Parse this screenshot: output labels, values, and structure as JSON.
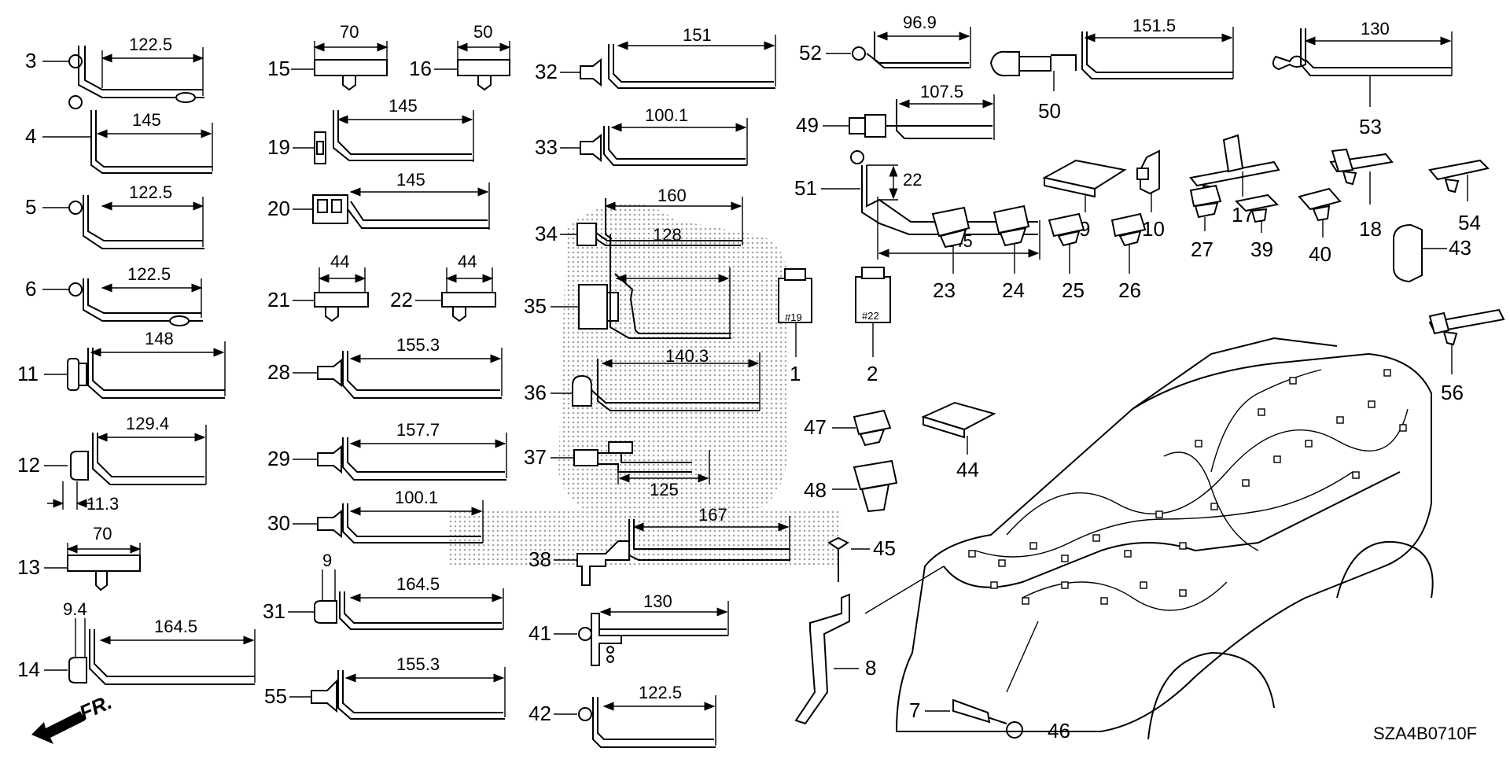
{
  "diagram": {
    "code": "SZA4B0710F",
    "front_arrow_label": "FR.",
    "callouts": {
      "c3": "3",
      "c4": "4",
      "c5": "5",
      "c6": "6",
      "c11": "11",
      "c12": "12",
      "c13": "13",
      "c14": "14",
      "c15": "15",
      "c16": "16",
      "c19": "19",
      "c20": "20",
      "c21": "21",
      "c22": "22",
      "c28": "28",
      "c29": "29",
      "c30": "30",
      "c31": "31",
      "c55": "55",
      "c32": "32",
      "c33": "33",
      "c34": "34",
      "c35": "35",
      "c36": "36",
      "c37": "37",
      "c38": "38",
      "c41": "41",
      "c42": "42",
      "c1": "1",
      "c2": "2",
      "c52": "52",
      "c49": "49",
      "c51": "51",
      "c50": "50",
      "c53": "53",
      "c9": "9",
      "c10": "10",
      "c17": "17",
      "c18": "18",
      "c54": "54",
      "c23": "23",
      "c24": "24",
      "c25": "25",
      "c26": "26",
      "c27": "27",
      "c39": "39",
      "c40": "40",
      "c43": "43",
      "c56": "56",
      "c47": "47",
      "c48": "48",
      "c44": "44",
      "c45": "45",
      "c8": "8",
      "c7": "7",
      "c46": "46"
    },
    "dims": {
      "d3": "122.5",
      "d4": "145",
      "d5": "122.5",
      "d6": "122.5",
      "d11": "148",
      "d12": "129.4",
      "d12b": "11.3",
      "d13": "70",
      "d14": "164.5",
      "d14b": "9.4",
      "d15": "70",
      "d16": "50",
      "d19": "145",
      "d20": "145",
      "d21": "44",
      "d22": "44",
      "d28": "155.3",
      "d29": "157.7",
      "d30": "100.1",
      "d31": "164.5",
      "d31b": "9",
      "d55": "155.3",
      "d32": "151",
      "d33": "100.1",
      "d34": "160",
      "d35": "128",
      "d36": "140.3",
      "d37": "125",
      "d38": "167",
      "d41": "130",
      "d42": "122.5",
      "d52": "96.9",
      "d49": "107.5",
      "d51a": "22",
      "d51b": "145",
      "d50": "151.5",
      "d53": "130"
    },
    "connector_labels": {
      "p1": "#19",
      "p2": "#22"
    }
  }
}
